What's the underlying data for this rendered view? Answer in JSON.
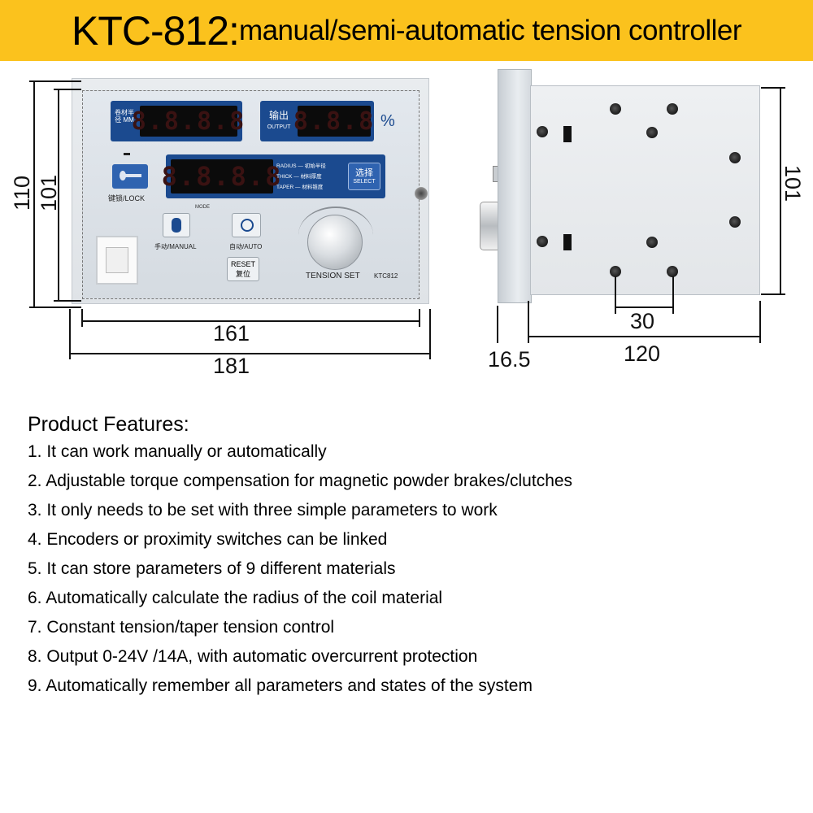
{
  "banner": {
    "model": "KTC-812:",
    "description": "manual/semi-automatic tension controller"
  },
  "front_view": {
    "display1_label": "卷材半径 MM",
    "display1_digits": "8.8.8.8",
    "display2_label_cn": "输出",
    "display2_label_en": "OUTPUT",
    "display2_digits": "8.8.8",
    "percent": "%",
    "display3_digits": "8.8.8.8",
    "select_modes": [
      {
        "en": "RADIUS",
        "cn": "初始半径"
      },
      {
        "en": "THICK",
        "cn": "材料厚度"
      },
      {
        "en": "TAPER",
        "cn": "材料锥度"
      }
    ],
    "select_cn": "选择",
    "select_en": "SELECT",
    "lock_label": "键锁/LOCK",
    "mode_label": "MODE",
    "manual_label": "手动/MANUAL",
    "auto_label": "自动/AUTO",
    "reset_en": "RESET",
    "reset_cn": "复位",
    "knob_label": "TENSION SET",
    "model_mark": "KTC812",
    "dims": {
      "height_outer": "110",
      "height_inner": "101",
      "width_inner": "161",
      "width_outer": "181"
    }
  },
  "side_view": {
    "dims": {
      "height": "101",
      "hole_spacing": "30",
      "depth": "120",
      "plate": "16.5"
    }
  },
  "features": {
    "title": "Product Features:",
    "items": [
      "1. It can work manually or automatically",
      "2. Adjustable torque compensation for magnetic powder brakes/clutches",
      "3. It only needs to be set with three simple parameters to work",
      "4. Encoders or proximity switches can be linked",
      "5. It can store parameters of 9 different materials",
      "6. Automatically calculate the radius of the coil material",
      "7. Constant tension/taper tension control",
      "8. Output 0-24V /14A, with automatic overcurrent protection",
      "9. Automatically remember all parameters and states of the system"
    ]
  }
}
